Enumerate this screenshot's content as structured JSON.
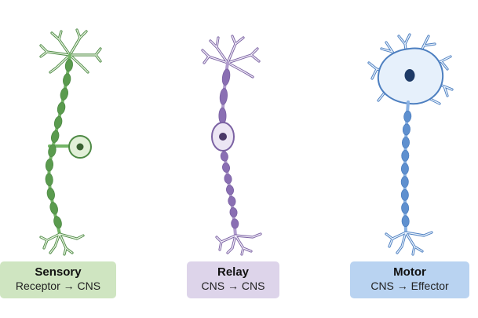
{
  "neurons": [
    {
      "id": "sensory",
      "name": "Sensory",
      "pathway": "Receptor → CNS",
      "colors": {
        "axon": "#73b566",
        "myelin": "#5a9b4e",
        "dendrite": "#e9f4e2",
        "outline": "#4e8a45",
        "body": "#e2f0d8",
        "nucleus": "#3a6132",
        "label_bg": "#cfe5c1"
      }
    },
    {
      "id": "relay",
      "name": "Relay",
      "pathway": "CNS → CNS",
      "colors": {
        "axon": "#b09ccd",
        "myelin": "#8a6fb3",
        "dendrite": "#f2eef8",
        "outline": "#7b62a3",
        "body": "#ece6f4",
        "nucleus": "#4a3868",
        "label_bg": "#ddd4ea"
      }
    },
    {
      "id": "motor",
      "name": "Motor",
      "pathway": "CNS → Effector",
      "colors": {
        "axon": "#8ab2e3",
        "myelin": "#5f90cf",
        "dendrite": "#eaf3fd",
        "outline": "#4d7fc0",
        "body": "#e6f0fb",
        "nucleus": "#1e3a66",
        "label_bg": "#b9d3f1"
      }
    }
  ]
}
